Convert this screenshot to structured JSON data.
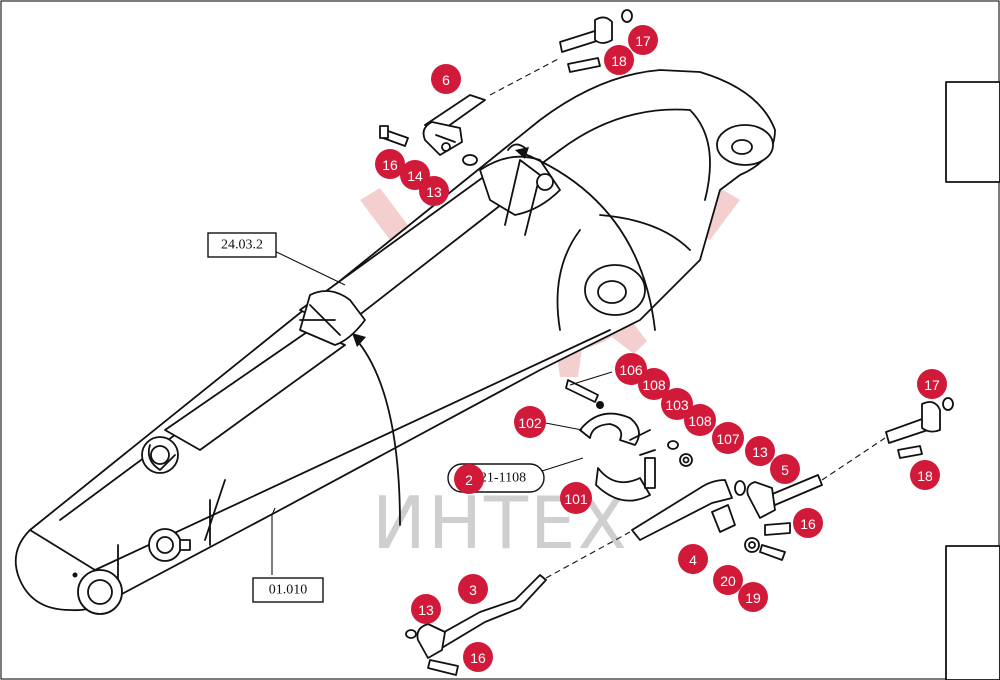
{
  "watermark": {
    "text": "ИНТЕХ",
    "color": "#e9a7a7"
  },
  "colors": {
    "callout": "#d11a3a",
    "ink": "#111111"
  },
  "reference_labels": [
    {
      "id": "ref-24032",
      "text": "24.03.2"
    },
    {
      "id": "ref-21108",
      "text": "21-1108"
    },
    {
      "id": "ref-01010",
      "text": "01.010"
    }
  ],
  "callouts": [
    {
      "label": "17"
    },
    {
      "label": "18"
    },
    {
      "label": "6"
    },
    {
      "label": "16"
    },
    {
      "label": "14"
    },
    {
      "label": "13"
    },
    {
      "label": "2"
    },
    {
      "label": "106"
    },
    {
      "label": "108"
    },
    {
      "label": "103"
    },
    {
      "label": "102"
    },
    {
      "label": "108"
    },
    {
      "label": "107"
    },
    {
      "label": "101"
    },
    {
      "label": "13"
    },
    {
      "label": "5"
    },
    {
      "label": "17"
    },
    {
      "label": "18"
    },
    {
      "label": "16"
    },
    {
      "label": "4"
    },
    {
      "label": "20"
    },
    {
      "label": "19"
    },
    {
      "label": "3"
    },
    {
      "label": "13"
    },
    {
      "label": "16"
    }
  ]
}
